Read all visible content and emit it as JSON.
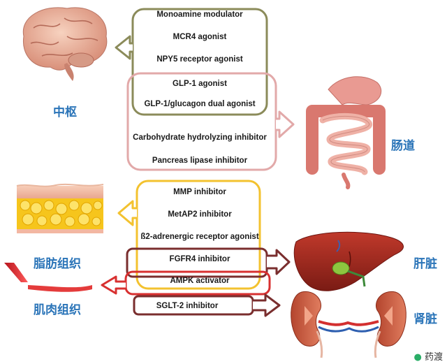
{
  "organs": {
    "cns": "中枢",
    "gut": "肠道",
    "adipose": "脂肪组织",
    "liver": "肝脏",
    "muscle": "肌肉组织",
    "kidney": "肾脏"
  },
  "drug_classes": {
    "monoamine": "Monoamine modulator",
    "mcr4": "MCR4 agonist",
    "npy5": "NPY5 receptor agonist",
    "glp1": "GLP-1 agonist",
    "glp1_glucagon": "GLP-1/glucagon dual agonist",
    "carbohydrate": "Carbohydrate hydrolyzing inhibitor",
    "pancreas": "Pancreas lipase inhibitor",
    "mmp": "MMP inhibitor",
    "metap2": "MetAP2 inhibitor",
    "b2": "ß2-adrenergic receptor agonist",
    "fgfr4": "FGFR4 inhibitor",
    "ampk": "AMPK activator",
    "sglt2": "SGLT-2 inhibitor"
  },
  "watermark": "药渡",
  "colors": {
    "cns_frame": "#8b8b5a",
    "gut_frame": "#e2a9a9",
    "adipose_frame": "#f3c22f",
    "liver_frame": "#7a2e2e",
    "muscle_frame": "#d83030",
    "kidney_frame": "#7a2e2e",
    "label": "#2a74b8"
  }
}
